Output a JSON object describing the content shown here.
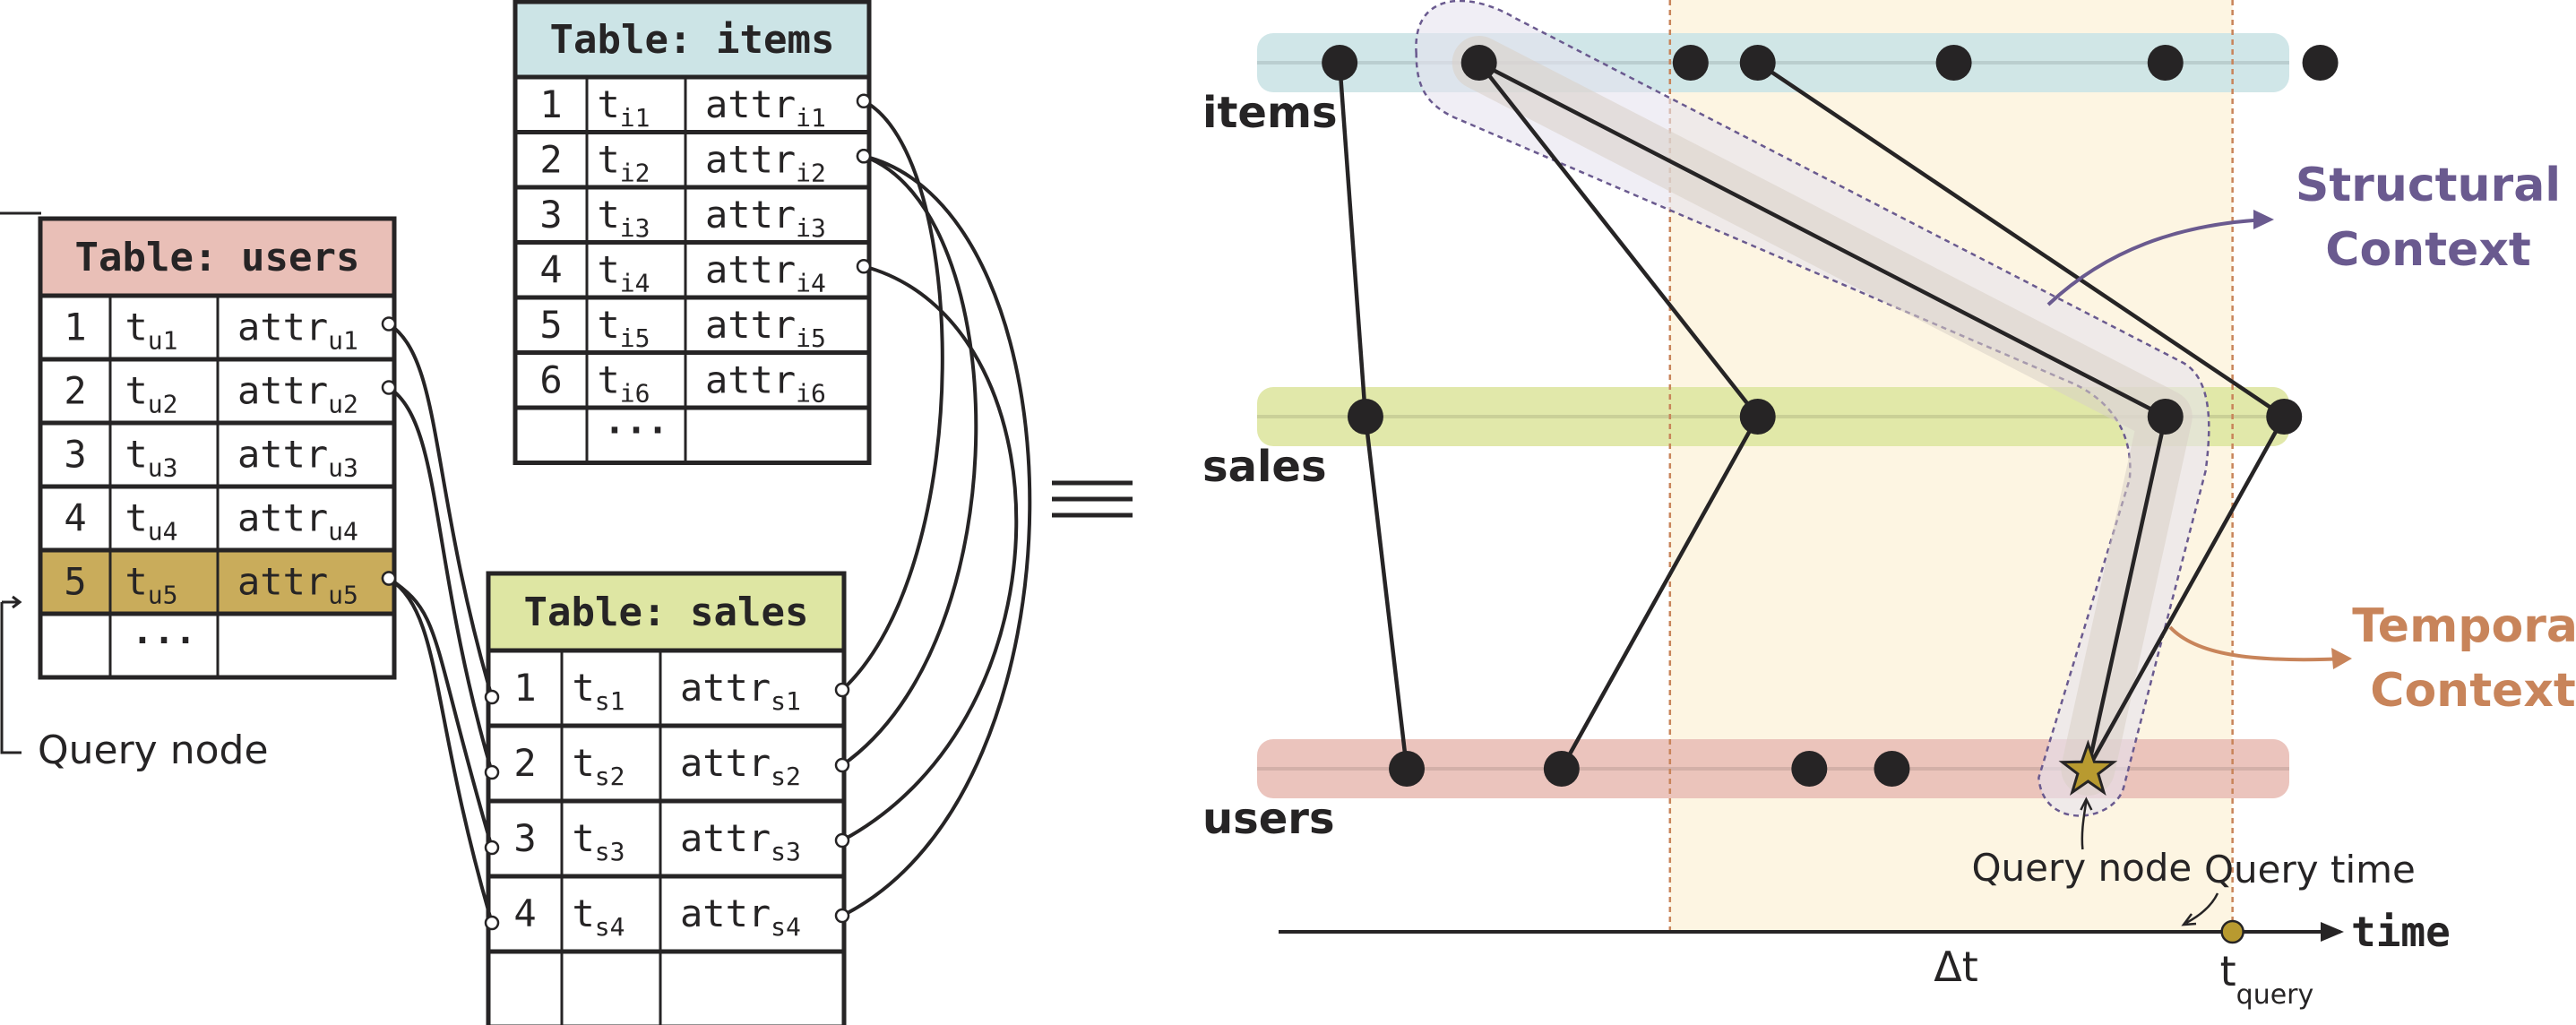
{
  "colors": {
    "ink": "#262425",
    "users_header": "#e9bfb7",
    "users_highlight": "#c9ac5b",
    "items_header": "#cce4e6",
    "sales_header": "#dee6a3",
    "users_lane": "#e9bfb7",
    "items_lane": "#cce4e6",
    "sales_lane": "#dee6a3",
    "temporal_window": "#fdf5e2",
    "temporal_border": "#c8845a",
    "structural_fill": "#e6e2ef",
    "structural_border": "#6a5a8f",
    "structural_text": "#6a5a8f",
    "temporal_text": "#c8845a",
    "query_star": "#b89a30",
    "query_time_dot": "#b89a30"
  },
  "tables": {
    "users": {
      "title": "Table: users",
      "rows": [
        {
          "id": "1",
          "t": "t",
          "t_sub": "u1",
          "attr": "attr",
          "attr_sub": "u1"
        },
        {
          "id": "2",
          "t": "t",
          "t_sub": "u2",
          "attr": "attr",
          "attr_sub": "u2"
        },
        {
          "id": "3",
          "t": "t",
          "t_sub": "u3",
          "attr": "attr",
          "attr_sub": "u3"
        },
        {
          "id": "4",
          "t": "t",
          "t_sub": "u4",
          "attr": "attr",
          "attr_sub": "u4"
        },
        {
          "id": "5",
          "t": "t",
          "t_sub": "u5",
          "attr": "attr",
          "attr_sub": "u5",
          "highlighted": true
        },
        {
          "id": "",
          "t": "...",
          "t_sub": "",
          "attr": "",
          "attr_sub": ""
        }
      ]
    },
    "items": {
      "title": "Table: items",
      "rows": [
        {
          "id": "1",
          "t": "t",
          "t_sub": "i1",
          "attr": "attr",
          "attr_sub": "i1"
        },
        {
          "id": "2",
          "t": "t",
          "t_sub": "i2",
          "attr": "attr",
          "attr_sub": "i2"
        },
        {
          "id": "3",
          "t": "t",
          "t_sub": "i3",
          "attr": "attr",
          "attr_sub": "i3"
        },
        {
          "id": "4",
          "t": "t",
          "t_sub": "i4",
          "attr": "attr",
          "attr_sub": "i4"
        },
        {
          "id": "5",
          "t": "t",
          "t_sub": "i5",
          "attr": "attr",
          "attr_sub": "i5"
        },
        {
          "id": "6",
          "t": "t",
          "t_sub": "i6",
          "attr": "attr",
          "attr_sub": "i6"
        },
        {
          "id": "",
          "t": "...",
          "t_sub": "",
          "attr": "",
          "attr_sub": ""
        }
      ]
    },
    "sales": {
      "title": "Table: sales",
      "rows": [
        {
          "id": "1",
          "t": "t",
          "t_sub": "s1",
          "attr": "attr",
          "attr_sub": "s1"
        },
        {
          "id": "2",
          "t": "t",
          "t_sub": "s2",
          "attr": "attr",
          "attr_sub": "s2"
        },
        {
          "id": "3",
          "t": "t",
          "t_sub": "s3",
          "attr": "attr",
          "attr_sub": "s3"
        },
        {
          "id": "4",
          "t": "t",
          "t_sub": "s4",
          "attr": "attr",
          "attr_sub": "s4"
        },
        {
          "id": "",
          "t": "",
          "t_sub": "",
          "attr": "",
          "attr_sub": ""
        }
      ]
    }
  },
  "foreign_keys": [
    {
      "from": "users.1",
      "to": "sales.1"
    },
    {
      "from": "users.2",
      "to": "sales.2"
    },
    {
      "from": "users.5",
      "to": "sales.3"
    },
    {
      "from": "users.5",
      "to": "sales.4"
    },
    {
      "from": "items.1",
      "to": "sales.1"
    },
    {
      "from": "items.2",
      "to": "sales.2"
    },
    {
      "from": "items.2",
      "to": "sales.4"
    },
    {
      "from": "items.4",
      "to": "sales.3"
    }
  ],
  "left_query_label": "Query node",
  "equivalence_symbol": "≡",
  "graph": {
    "lanes": [
      {
        "key": "items",
        "label": "items"
      },
      {
        "key": "sales",
        "label": "sales"
      },
      {
        "key": "users",
        "label": "users"
      }
    ],
    "nodes": {
      "items": [
        0.08,
        0.215,
        0.42,
        0.485,
        0.675,
        0.88,
        1.03
      ],
      "sales": [
        0.105,
        0.485,
        0.88,
        0.995
      ],
      "users": [
        0.145,
        0.295,
        0.535,
        0.615
      ],
      "query": 0.805
    },
    "edges": [
      {
        "a": "items.0",
        "b": "sales.0"
      },
      {
        "a": "items.1",
        "b": "sales.1"
      },
      {
        "a": "items.1",
        "b": "sales.2"
      },
      {
        "a": "items.3",
        "b": "sales.3"
      },
      {
        "a": "sales.0",
        "b": "users.0"
      },
      {
        "a": "sales.1",
        "b": "users.1"
      },
      {
        "a": "sales.2",
        "b": "query"
      },
      {
        "a": "sales.3",
        "b": "query"
      }
    ],
    "temporal_window": {
      "start": 0.4,
      "end": 0.945
    },
    "structural_context_label_line1": "Structural",
    "structural_context_label_line2": "Context",
    "temporal_context_label_line1": "Temporal",
    "temporal_context_label_line2": "Context",
    "query_node_label": "Query node",
    "query_time_label": "Query time",
    "delta_t_label": "Δt",
    "t_query_main": "t",
    "t_query_sub": "query",
    "time_axis_label": "time"
  }
}
